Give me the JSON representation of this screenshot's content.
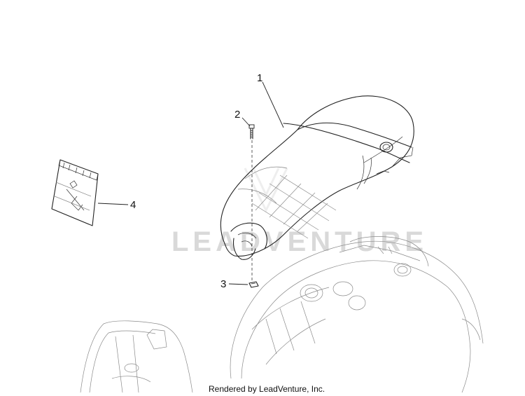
{
  "callouts": [
    {
      "number": "1",
      "part": "seat"
    },
    {
      "number": "2",
      "part": "screw"
    },
    {
      "number": "3",
      "part": "clip-nut"
    },
    {
      "number": "4",
      "part": "tool-kit-bag"
    }
  ],
  "watermark": "LEADVENTURE",
  "footer": "Rendered by LeadVenture, Inc."
}
